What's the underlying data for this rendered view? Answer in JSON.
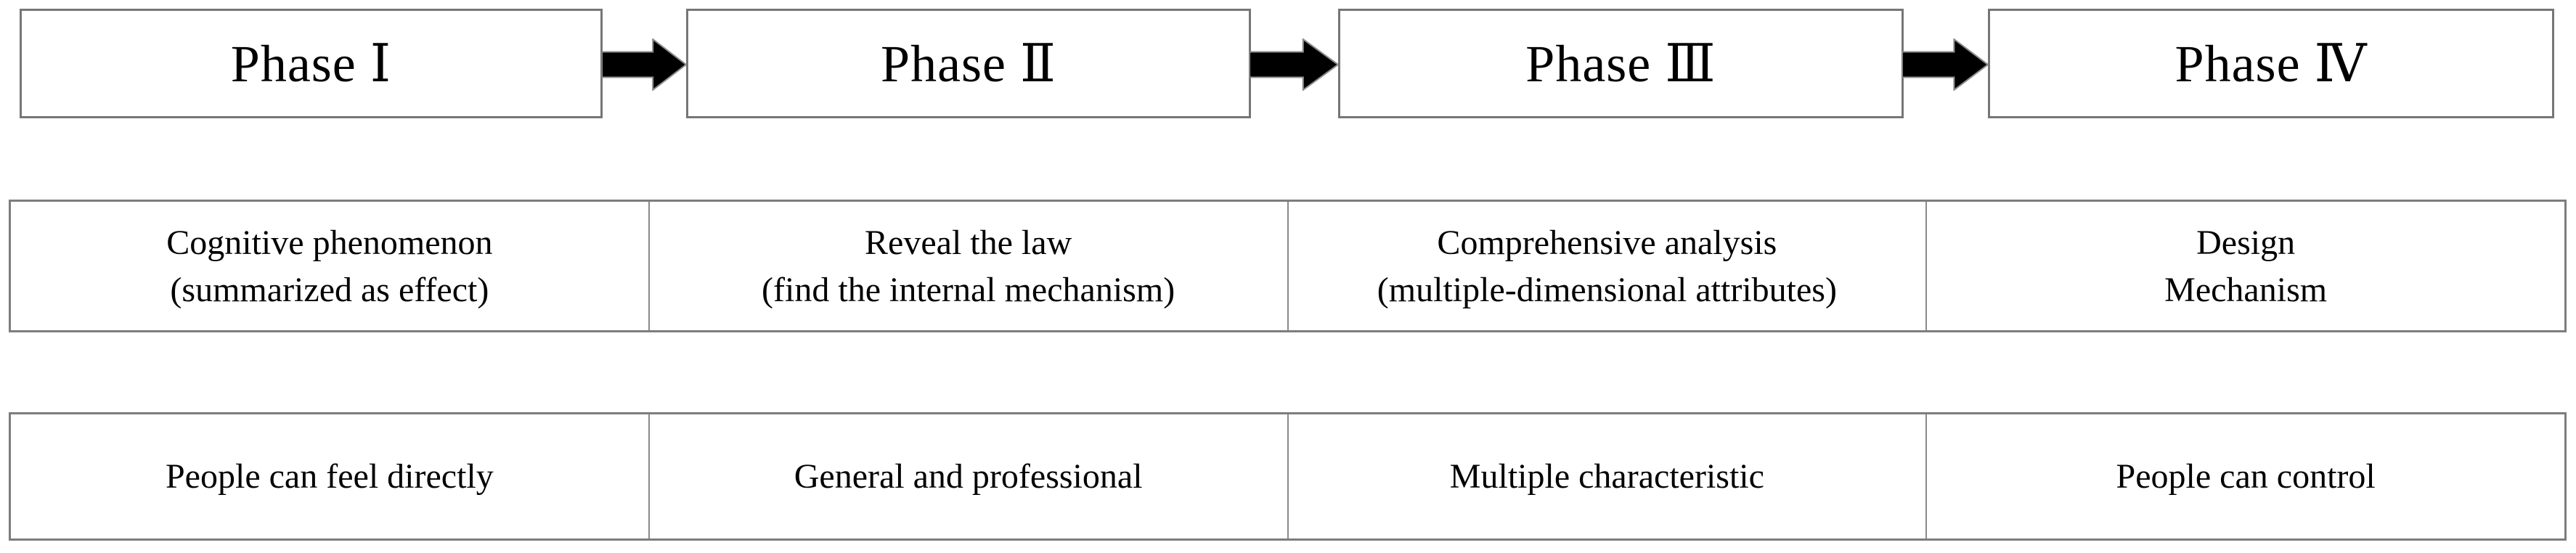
{
  "phases": [
    {
      "label": "Phase Ⅰ"
    },
    {
      "label": "Phase Ⅱ"
    },
    {
      "label": "Phase Ⅲ"
    },
    {
      "label": "Phase Ⅳ"
    }
  ],
  "description_row": {
    "cells": [
      {
        "line1": "Cognitive phenomenon",
        "line2": "(summarized as effect)"
      },
      {
        "line1": "Reveal the law",
        "line2": "(find the internal mechanism)"
      },
      {
        "line1": "Comprehensive analysis",
        "line2": "(multiple-dimensional attributes)"
      },
      {
        "line1": "Design",
        "line2": "Mechanism"
      }
    ]
  },
  "characteristic_row": {
    "cells": [
      {
        "text": "People can feel directly"
      },
      {
        "text": "General and professional"
      },
      {
        "text": "Multiple characteristic"
      },
      {
        "text": "People can control"
      }
    ]
  },
  "colors": {
    "box_border": "#767676",
    "table_border": "#7d7d7d",
    "arrow_fill": "#000000",
    "arrow_edge": "#8c8c8c",
    "text": "#000000",
    "background": "#ffffff"
  }
}
